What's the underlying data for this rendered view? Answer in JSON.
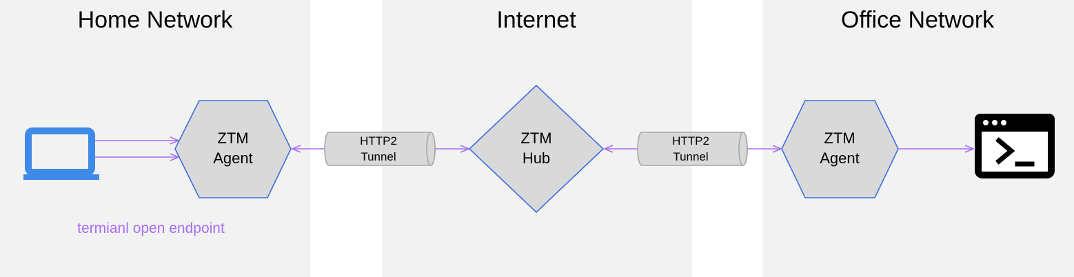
{
  "zones": {
    "home": {
      "title": "Home Network"
    },
    "internet": {
      "title": "Internet"
    },
    "office": {
      "title": "Office Network"
    }
  },
  "nodes": {
    "home_agent": {
      "line1": "ZTM",
      "line2": "Agent"
    },
    "hub": {
      "line1": "ZTM",
      "line2": "Hub"
    },
    "office_agent": {
      "line1": "ZTM",
      "line2": "Agent"
    }
  },
  "tunnels": {
    "left": {
      "line1": "HTTP2",
      "line2": "Tunnel"
    },
    "right": {
      "line1": "HTTP2",
      "line2": "Tunnel"
    }
  },
  "captions": {
    "laptop": "termianl open endpoint"
  },
  "icons": {
    "laptop": "laptop-icon",
    "terminal": "terminal-icon"
  },
  "colors": {
    "zone_bg": "#f2f2f2",
    "node_fill": "#d9d9d9",
    "node_stroke": "#3d6de0",
    "arrow": "#a86ef2",
    "laptop": "#3f8ae6",
    "tunnel_stroke": "#a6a6a6"
  }
}
